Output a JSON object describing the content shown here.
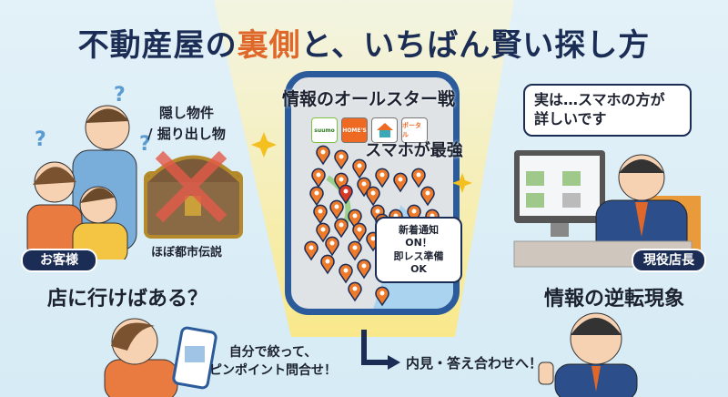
{
  "title": {
    "part1": "不動産屋の",
    "highlight": "裏側",
    "part2": "と、いちばん賢い探し方"
  },
  "colors": {
    "navy": "#1b2d55",
    "orange": "#e0672a",
    "phone_frame": "#2b5b9b",
    "background": "#dceef7",
    "spotlight": "#fbf0b8"
  },
  "left": {
    "treasure_label_1": "隠し物件",
    "treasure_label_2": "/ 掘り出し物",
    "treasure_caption": "ほぼ都市伝説",
    "customer_badge": "お客様",
    "heading": "店に行けばある？",
    "icons": [
      "question-mark-icon",
      "treasure-chest-icon",
      "red-x-icon"
    ]
  },
  "center": {
    "phone_title": "情報のオールスター戦",
    "apps": [
      {
        "label": "suumo"
      },
      {
        "label": "HOME'S"
      },
      {
        "label": "house-icon"
      },
      {
        "label": "ポータル"
      }
    ],
    "phone_caption": "スマホが最強",
    "notify_line1": "新着通知 ON！",
    "notify_line2": "即レス準備OK"
  },
  "right": {
    "speech_line1": "実は…スマホの方が",
    "speech_line2": "詳しいです",
    "manager_badge": "現役店長",
    "heading": "情報の逆転現象"
  },
  "bottom": {
    "self_line1": "自分で絞って、",
    "self_line2": "ピンポイント問合せ！",
    "next_step": "内見・答え合わせへ！"
  }
}
